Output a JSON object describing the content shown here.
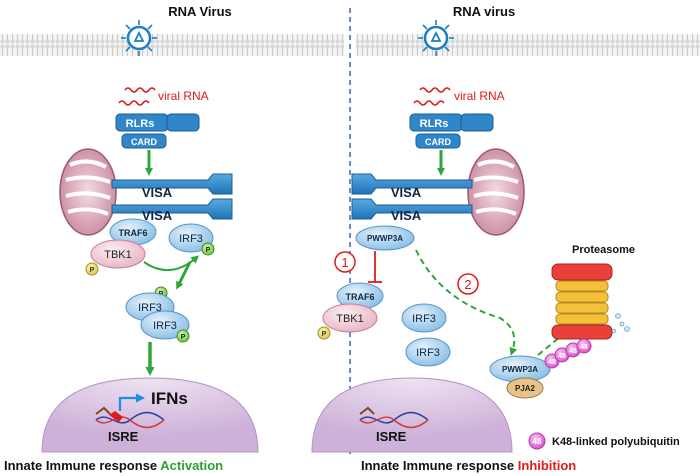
{
  "left_panel": {
    "title": "RNA Virus",
    "viral_rna": "viral RNA",
    "rlrs": "RLRs",
    "card": "CARD",
    "visa_top": "VISA",
    "visa_bottom": "VISA",
    "traf6": "TRAF6",
    "tbk1": "TBK1",
    "irf3_active": "IRF3",
    "irf3_dimer_a": "IRF3",
    "irf3_dimer_b": "IRF3",
    "phospho": "P",
    "ifns": "IFNs",
    "isre": "ISRE",
    "caption_main": "Innate Immune response ",
    "caption_highlight": "Activation"
  },
  "right_panel": {
    "title": "RNA virus",
    "viral_rna": "viral RNA",
    "rlrs": "RLRs",
    "card": "CARD",
    "visa_top": "VISA",
    "visa_bottom": "VISA",
    "pwwp3a": "PWWP3A",
    "traf6": "TRAF6",
    "tbk1": "TBK1",
    "irf3_a": "IRF3",
    "irf3_b": "IRF3",
    "phospho": "P",
    "step1": "1",
    "step2": "2",
    "proteasome": "Proteasome",
    "pwwp3a_degraded": "PWWP3A",
    "pja2": "PJA2",
    "ub48": "48",
    "isre": "ISRE",
    "caption_main": "Innate Immune response ",
    "caption_highlight": "Inhibition"
  },
  "legend": {
    "ub48": "48",
    "label": "K48-linked polyubiquitin"
  },
  "colors": {
    "blue_box": "#2f86c8",
    "green_arrow": "#2ea63a",
    "red": "#e01b1b",
    "activation_green": "#2aa52f",
    "inhibition_red": "#e01b1b",
    "nucleus": "#d6bfdf",
    "ub_pink": "#e96ad9"
  }
}
